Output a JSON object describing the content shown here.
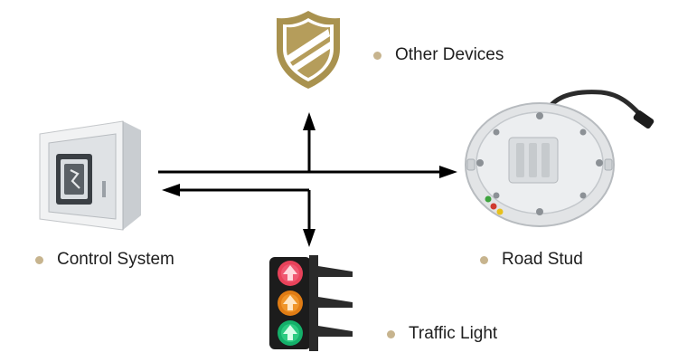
{
  "labels": {
    "other_devices": "Other Devices",
    "control_system": "Control System",
    "road_stud": "Road Stud",
    "traffic_light": "Traffic Light"
  },
  "colors": {
    "bullet": "#c7b48e",
    "shield_gold": "#a9924f",
    "arrow": "#000000"
  },
  "icons": {
    "shield": "shield-icon",
    "control_cabinet": "control-cabinet-icon",
    "road_stud": "road-stud-icon",
    "traffic_light": "traffic-light-icon"
  }
}
